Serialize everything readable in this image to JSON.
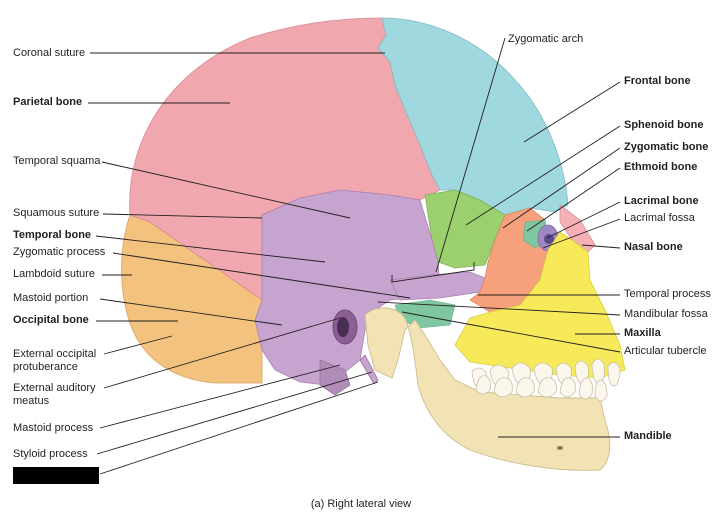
{
  "labels_left": [
    {
      "id": "coronal-suture",
      "text": "Coronal suture",
      "bold": false
    },
    {
      "id": "parietal-bone",
      "text": "Parietal bone",
      "bold": true
    },
    {
      "id": "temporal-squama",
      "text": "Temporal squama",
      "bold": false
    },
    {
      "id": "squamous-suture",
      "text": "Squamous suture",
      "bold": false
    },
    {
      "id": "temporal-bone",
      "text": "Temporal bone",
      "bold": true
    },
    {
      "id": "zygomatic-process",
      "text": "Zygomatic process",
      "bold": false
    },
    {
      "id": "lambdoid-suture",
      "text": "Lambdoid suture",
      "bold": false
    },
    {
      "id": "mastoid-portion",
      "text": "Mastoid portion",
      "bold": false
    },
    {
      "id": "occipital-bone",
      "text": "Occipital bone",
      "bold": true
    },
    {
      "id": "external-occipital-protuberance",
      "text": "External occipital",
      "text2": "protuberance",
      "bold": false
    },
    {
      "id": "external-auditory-meatus",
      "text": "External auditory",
      "text2": "meatus",
      "bold": false
    },
    {
      "id": "mastoid-process",
      "text": "Mastoid process",
      "bold": false
    },
    {
      "id": "styloid-process",
      "text": "Styloid process",
      "bold": false
    }
  ],
  "labels_right": [
    {
      "id": "zygomatic-arch",
      "text": "Zygomatic arch",
      "bold": false
    },
    {
      "id": "frontal-bone",
      "text": "Frontal bone",
      "bold": true
    },
    {
      "id": "sphenoid-bone",
      "text": "Sphenoid bone",
      "bold": true
    },
    {
      "id": "zygomatic-bone",
      "text": "Zygomatic bone",
      "bold": true
    },
    {
      "id": "ethmoid-bone",
      "text": "Ethmoid bone",
      "bold": true
    },
    {
      "id": "lacrimal-bone",
      "text": "Lacrimal bone",
      "bold": true
    },
    {
      "id": "lacrimal-fossa",
      "text": "Lacrimal fossa",
      "bold": false
    },
    {
      "id": "nasal-bone",
      "text": "Nasal bone",
      "bold": true
    },
    {
      "id": "temporal-process",
      "text": "Temporal process",
      "bold": false
    },
    {
      "id": "mandibular-fossa",
      "text": "Mandibular fossa",
      "bold": false
    },
    {
      "id": "maxilla",
      "text": "Maxilla",
      "bold": true
    },
    {
      "id": "articular-tubercle",
      "text": "Articular tubercle",
      "bold": false
    },
    {
      "id": "mandible",
      "text": "Mandible",
      "bold": true
    }
  ],
  "caption": "(a) Right lateral view",
  "colors": {
    "parietal": "#f1a7ae",
    "frontal": "#9fd8de",
    "temporal": "#c7a3cf",
    "occipital": "#f3c27e",
    "sphenoid": "#9cd06f",
    "zygomatic": "#f7a07c",
    "maxilla": "#f6ea5a",
    "mandible": "#f1e3b4",
    "lacrimal": "#9f87c4",
    "nasal": "#f5b1b5",
    "ethmoid": "#7fc7a0",
    "teeth": "#fbf7ec",
    "leader": "#231f20"
  }
}
